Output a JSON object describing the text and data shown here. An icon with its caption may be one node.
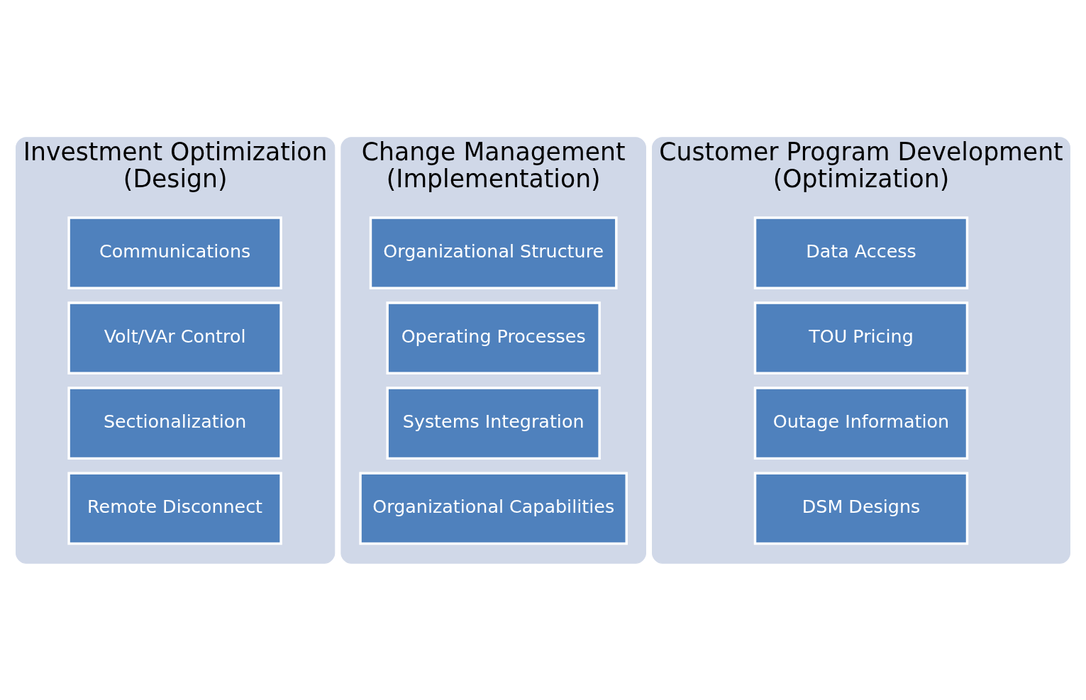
{
  "diagram": {
    "nodes": [
      {
        "text": [
          "Investment Optimization",
          "(Design)"
        ]
      },
      {
        "text": [
          "Communications"
        ],
        "in": 0
      },
      {
        "text": [
          "Volt/VAr Control"
        ],
        "in": 0
      },
      {
        "text": [
          "Sectionalization"
        ],
        "in": 0
      },
      {
        "text": [
          "Remote Disconnect"
        ],
        "in": 0
      },
      {
        "text": [
          "Change Management",
          "(Implementation)"
        ]
      },
      {
        "text": [
          "Organizational Structure"
        ],
        "in": 5
      },
      {
        "text": [
          "Operating Processes"
        ],
        "in": 5
      },
      {
        "text": [
          "Systems Integration"
        ],
        "in": 5
      },
      {
        "text": [
          "Organizational Capabilities"
        ],
        "in": 5
      },
      {
        "text": [
          "Customer Program Development",
          "(Optimization)"
        ]
      },
      {
        "text": [
          "Data Access"
        ],
        "in": 10
      },
      {
        "text": [
          "TOU Pricing"
        ],
        "in": 10
      },
      {
        "text": [
          "Outage Information"
        ],
        "in": 10
      },
      {
        "text": [
          "DSM Designs"
        ],
        "in": 10
      }
    ],
    "edges": []
  }
}
